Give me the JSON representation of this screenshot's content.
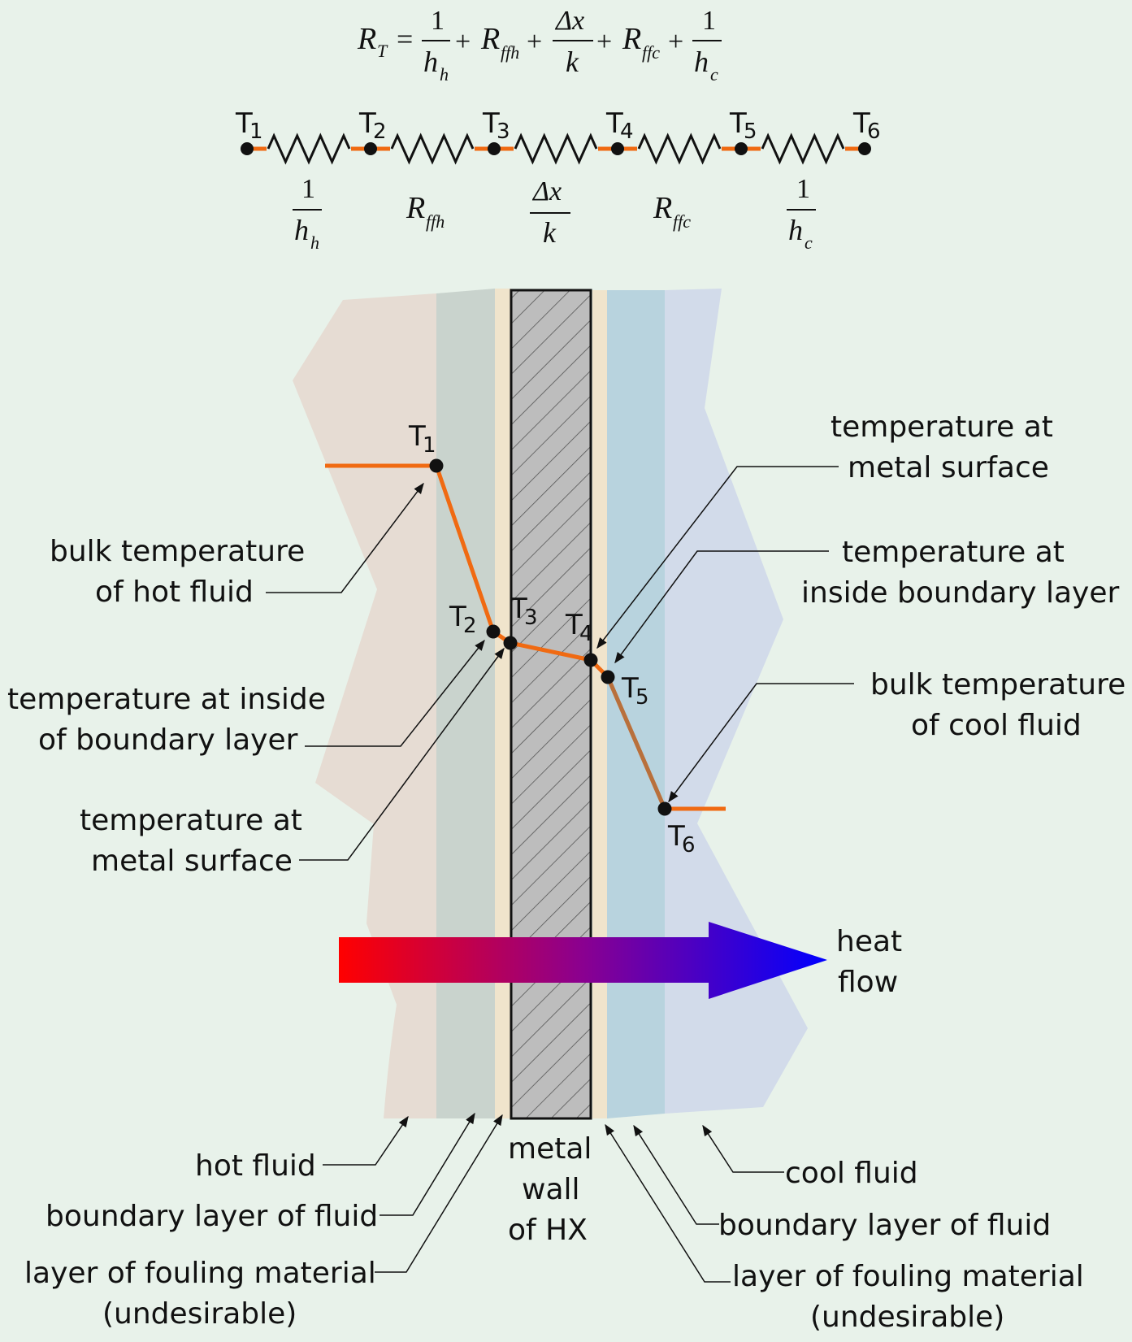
{
  "formula": {
    "lhs": "R",
    "lhs_sub": "T",
    "one": "1",
    "h": "h",
    "h_sub_hot": "h",
    "h_sub_cool": "c",
    "R": "R",
    "R_sub_hot": "ffh",
    "R_sub_cool": "ffc",
    "dx": "Δx",
    "k": "k"
  },
  "nodes": [
    {
      "main": "T",
      "sub": "1"
    },
    {
      "main": "T",
      "sub": "2"
    },
    {
      "main": "T",
      "sub": "3"
    },
    {
      "main": "T",
      "sub": "4"
    },
    {
      "main": "T",
      "sub": "5"
    },
    {
      "main": "T",
      "sub": "6"
    }
  ],
  "labels": {
    "bulk_hot_1": "bulk temperature",
    "bulk_hot_2": "of hot fluid",
    "inside_bl_left_1": "temperature at inside",
    "inside_bl_left_2": "of boundary layer",
    "metal_surface_left_1": "temperature at",
    "metal_surface_left_2": "metal surface",
    "metal_surface_right_1": "temperature at",
    "metal_surface_right_2": "metal surface",
    "inside_bl_right_1": "temperature at",
    "inside_bl_right_2": "inside boundary layer",
    "bulk_cool_1": "bulk temperature",
    "bulk_cool_2": "of cool fluid",
    "heat_flow_1": "heat",
    "heat_flow_2": "flow",
    "hot_fluid": "hot fluid",
    "boundary_layer_left": "boundary layer of fluid",
    "fouling_left_1": "layer of fouling material",
    "fouling_left_2": "(undesirable)",
    "metal_wall_1": "metal",
    "metal_wall_2": "wall",
    "metal_wall_3": "of HX",
    "cool_fluid": "cool fluid",
    "boundary_layer_right": "boundary layer of fluid",
    "fouling_right_1": "layer of fouling material",
    "fouling_right_2": "(undesirable)"
  },
  "colors": {
    "background": "#e8f2ea",
    "hot_fluid": "#e6dcd3",
    "hot_boundary": "#c9d3cd",
    "fouling": "#f0e4cc",
    "metal": "#bdbdbd",
    "cool_boundary": "#b8d3de",
    "cool_fluid": "#d2dbea",
    "profile": "#f06a12",
    "arrow_start": "#ff0000",
    "arrow_end": "#0000ff"
  }
}
